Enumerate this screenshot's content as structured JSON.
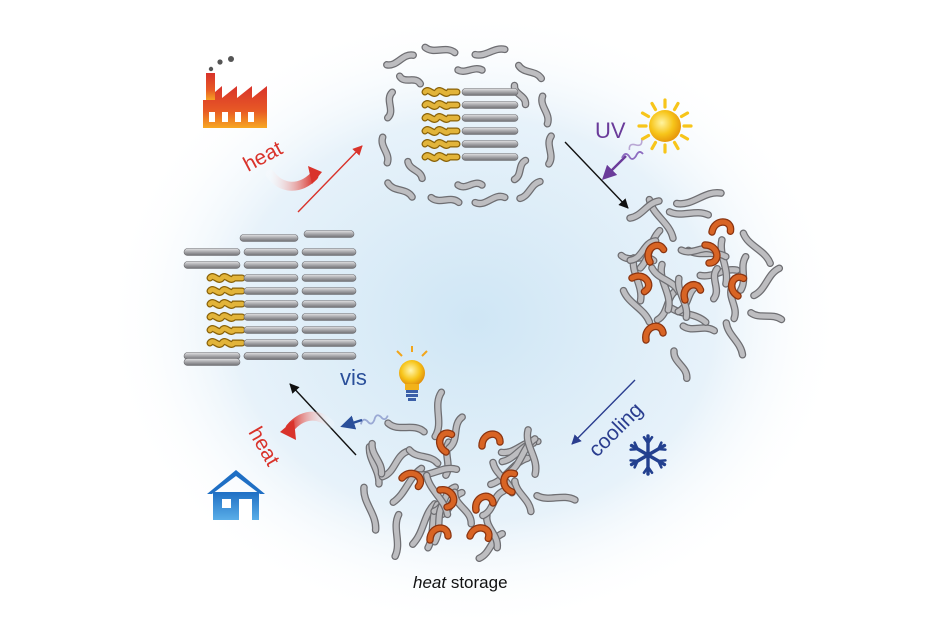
{
  "labels": {
    "heat_in": "heat",
    "uv": "UV",
    "cooling": "cooling",
    "vis": "vis",
    "heat_out": "heat",
    "storage_italic": "heat",
    "storage_rest": " storage"
  },
  "icons": {
    "factory": "factory-icon",
    "sun": "sun-icon",
    "snowflake": "snowflake-icon",
    "bulb": "light-bulb-icon",
    "house": "house-icon"
  },
  "colors": {
    "heat": "#d9332b",
    "uv": "#6a3b9a",
    "cooling": "#2a3d8f",
    "vis": "#2a4f9a",
    "rod": "#a8a8ab",
    "trans_head": "#d4a21d",
    "cis_head": "#c4561c",
    "house": "#1f6fc4",
    "snow": "#23408f",
    "sun": "#f7c51a"
  }
}
